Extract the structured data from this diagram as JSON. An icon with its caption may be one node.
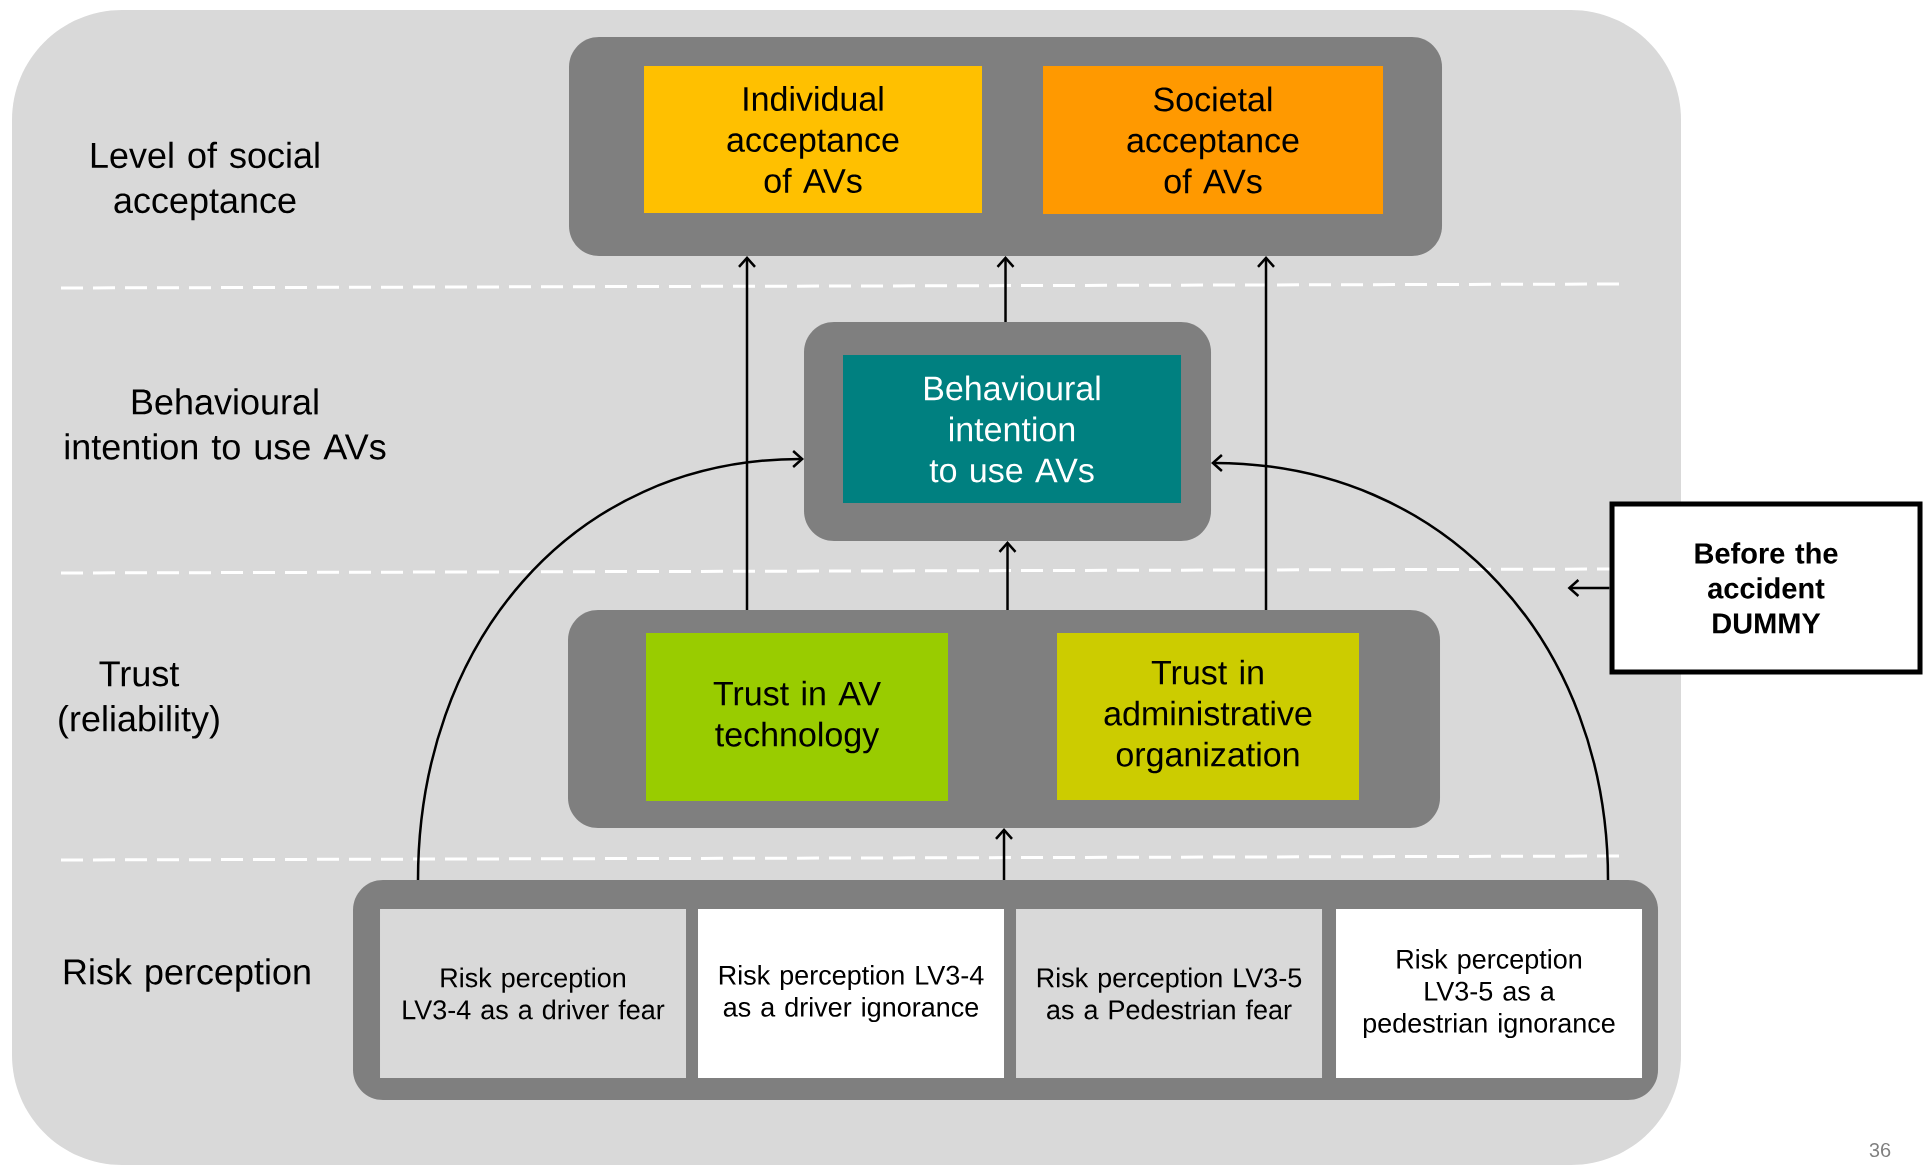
{
  "diagram": {
    "nodes": [
      {
        "text": [],
        "shape": "box"
      },
      {
        "text": [
          "Individual acceptance of AVs"
        ],
        "in": 0
      },
      {
        "text": [
          "Societal acceptance of AVs"
        ],
        "in": 0
      },
      {
        "text": [],
        "shape": "box"
      },
      {
        "text": [
          "Behavioural intention to use AVs"
        ],
        "in": 3
      },
      {
        "text": [],
        "shape": "box"
      },
      {
        "text": [
          "Trust in AV technology"
        ],
        "in": 5
      },
      {
        "text": [
          "Trust in administrative organization"
        ],
        "in": 5
      },
      {
        "text": [],
        "shape": "box"
      },
      {
        "text": [
          "Risk perception LV3-4 as a driver fear"
        ],
        "in": 8
      },
      {
        "text": [
          "Risk perception LV3-4 as a driver ignorance"
        ],
        "in": 8
      },
      {
        "text": [
          "Risk perception LV3-5 as a Pedestrian fear"
        ],
        "in": 8
      },
      {
        "text": [
          "Risk perception LV3-5 as a pedestrian ignorance"
        ],
        "in": 8
      },
      {
        "text": [
          "Before the accident DUMMY"
        ]
      }
    ],
    "edges": [
      {
        "from": 6,
        "to": 1,
        "arrow": "to"
      },
      {
        "from": 3,
        "to": 0,
        "arrow": "to"
      },
      {
        "from": 7,
        "to": 2,
        "arrow": "to"
      },
      {
        "from": 5,
        "to": 3,
        "arrow": "to"
      },
      {
        "from": 8,
        "to": 5,
        "arrow": "to"
      },
      {
        "from": 8,
        "to": 3,
        "arrow": "to"
      },
      {
        "from": 8,
        "to": 3,
        "arrow": "to"
      },
      {
        "from": 13,
        "to": null,
        "arrow": "to"
      }
    ],
    "labels": [
      "Level of social acceptance",
      "Behavioural intention to use AVs",
      "Trust (reliability)",
      "Risk perception",
      "36"
    ]
  }
}
